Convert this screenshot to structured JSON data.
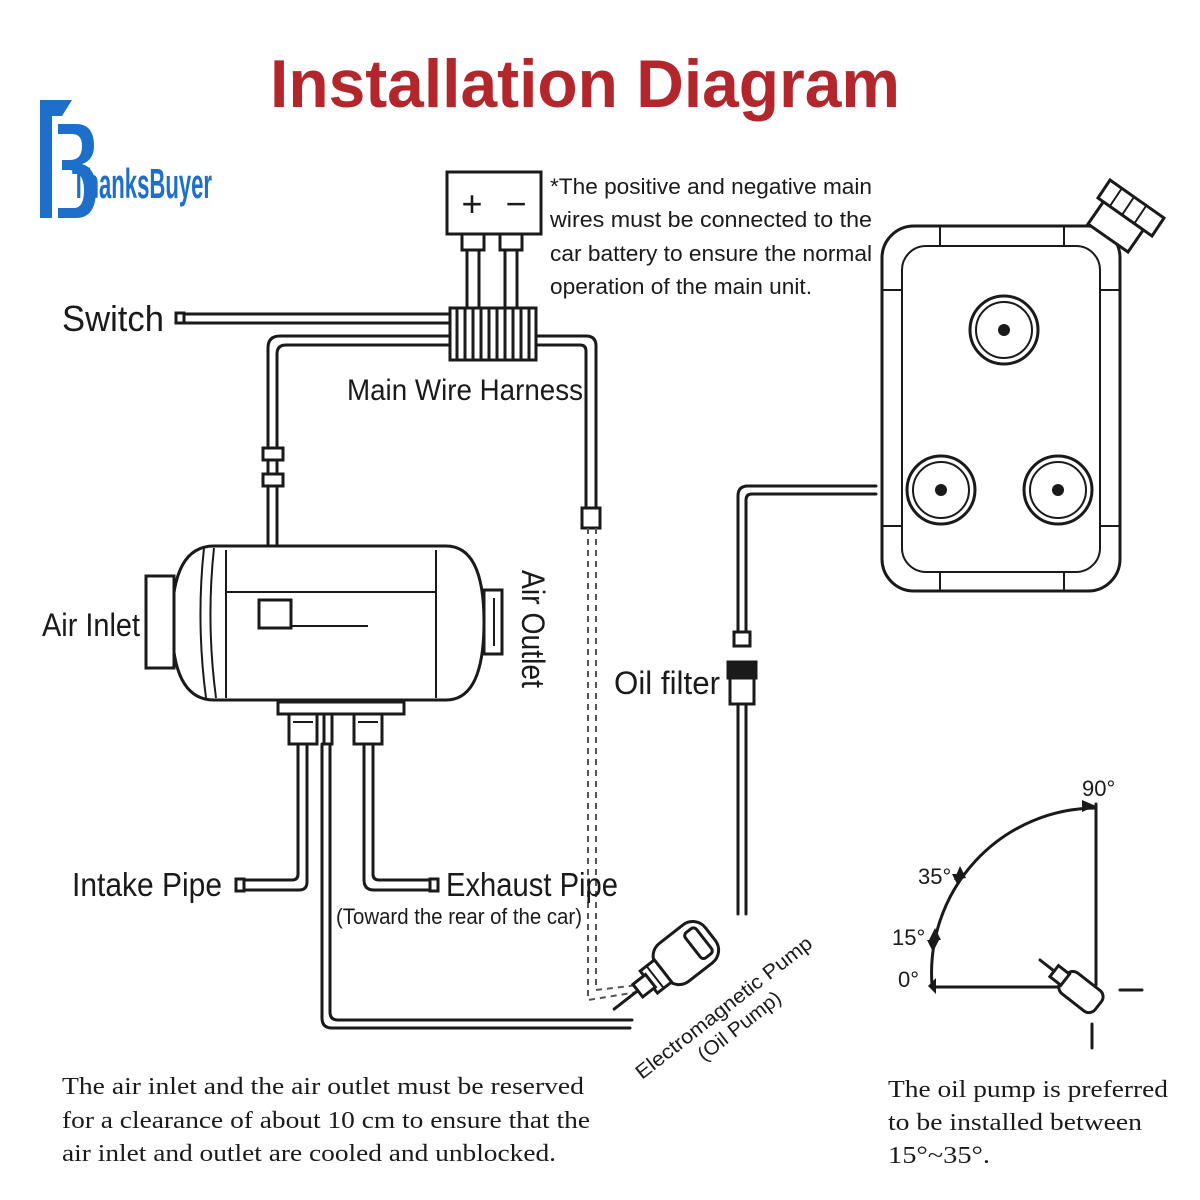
{
  "title": "Installation Diagram",
  "brand": "ThanksBuyer",
  "colors": {
    "title": "#b3262b",
    "brand": "#1e6fc9",
    "line": "#1a1a1a"
  },
  "battery": {
    "plus": "+",
    "minus": "−"
  },
  "battery_note": [
    "*The positive and negative main",
    "wires must be connected to the",
    "car battery to ensure the normal",
    "operation of the main unit."
  ],
  "labels": {
    "switch": "Switch",
    "main_wire_harness": "Main Wire Harness",
    "air_inlet": "Air Inlet",
    "air_outlet": "Air Outlet",
    "oil_filter": "Oil filter",
    "intake_pipe": "Intake Pipe",
    "exhaust_pipe": "Exhaust Pipe",
    "exhaust_note": "(Toward the rear of the car)",
    "pump_line1": "Electromagnetic Pump",
    "pump_line2": "(Oil Pump)"
  },
  "angles": {
    "a90": "90°",
    "a35": "35°",
    "a15": "15°",
    "a0": "0°"
  },
  "note_left": [
    "The air inlet and the air outlet must be reserved",
    "for a clearance of about 10 cm to ensure that the",
    "air inlet and outlet are cooled and unblocked."
  ],
  "note_right": [
    "The oil pump is preferred",
    "to be installed between",
    "15°~35°."
  ]
}
